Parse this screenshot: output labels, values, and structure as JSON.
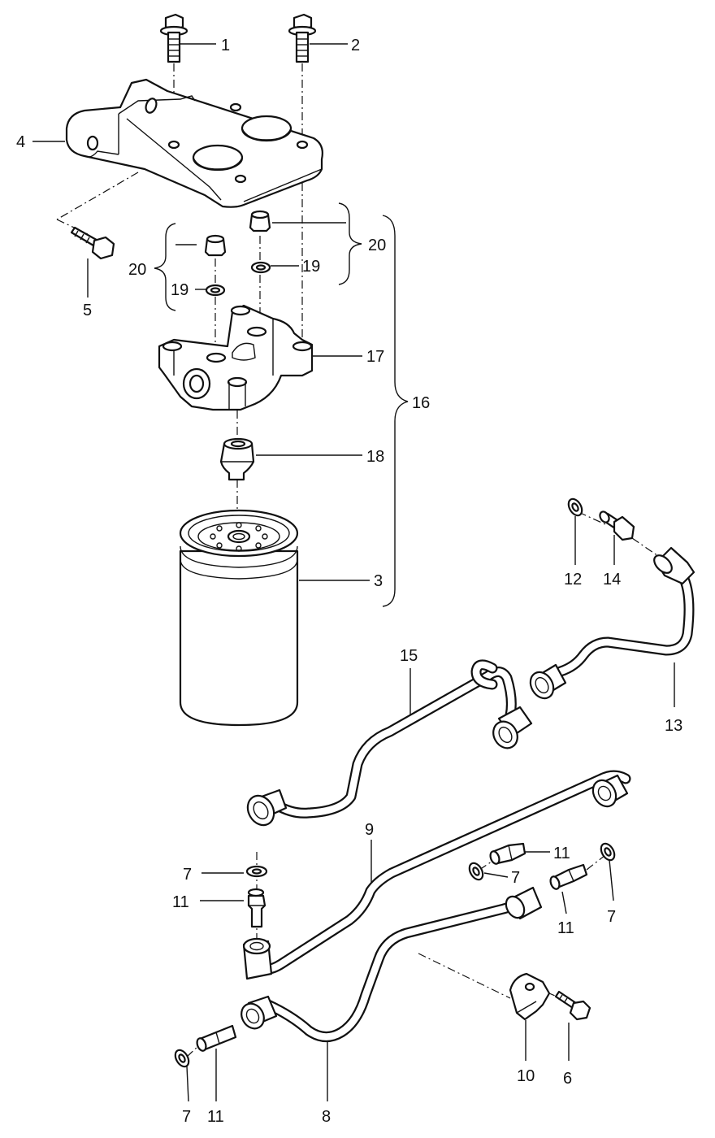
{
  "diagram": {
    "callouts": {
      "c1": "1",
      "c2": "2",
      "c3": "3",
      "c4": "4",
      "c5": "5",
      "c6": "6",
      "c7a": "7",
      "c7b": "7",
      "c7c": "7",
      "c7d": "7",
      "c8": "8",
      "c9": "9",
      "c10": "10",
      "c11a": "11",
      "c11b": "11",
      "c11c": "11",
      "c11d": "11",
      "c12": "12",
      "c13": "13",
      "c14": "14",
      "c15": "15",
      "c16": "16",
      "c17": "17",
      "c18": "18",
      "c19a": "19",
      "c19b": "19",
      "c20a": "20",
      "c20b": "20"
    }
  }
}
